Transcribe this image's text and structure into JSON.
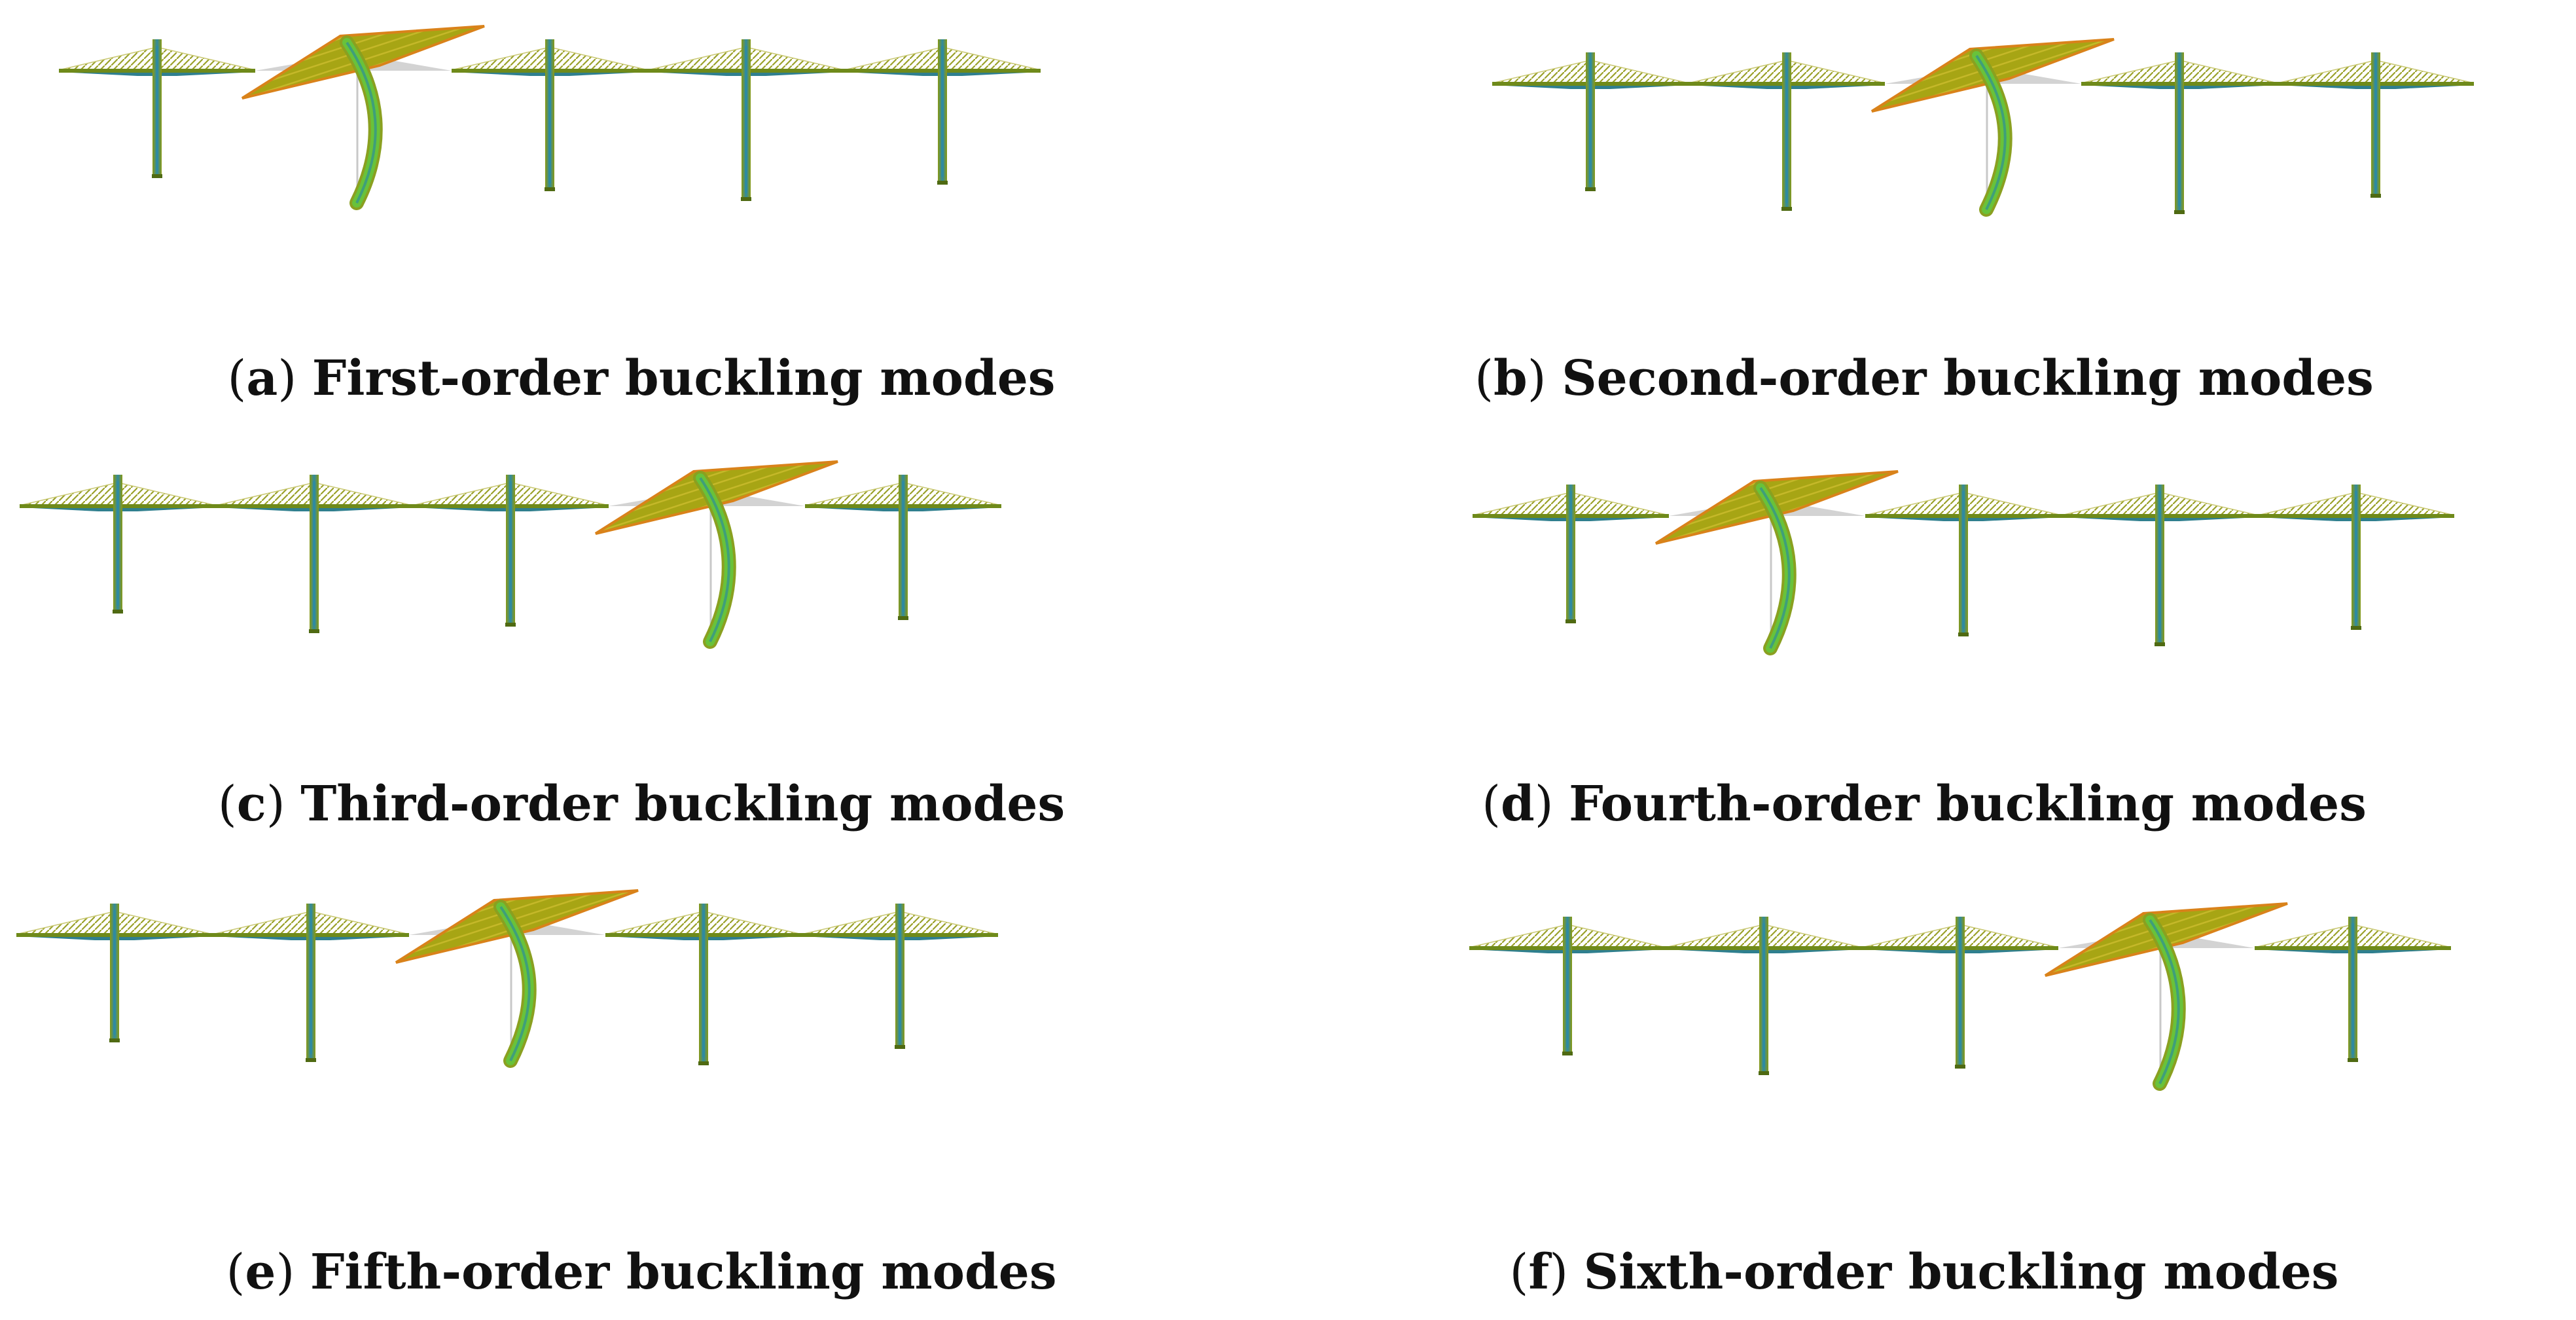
{
  "figure": {
    "colors": {
      "deck": "#6f8a1a",
      "deck_bottom": "#2f7f8e",
      "tower": "#7f8f13",
      "tower_core": "#2f8aa0",
      "cable": "#9aa12a",
      "cable_light": "#c9c873",
      "buckled_sheet": "#a7a514",
      "buckled_edge": "#d9821a",
      "buckled_tower": "#69c23a",
      "ghost": "#c8c8c8"
    },
    "panels": [
      {
        "id": "a",
        "letter": "a",
        "title": "First-order buckling modes",
        "buckled_tower_index": 2,
        "tower_count": 5
      },
      {
        "id": "b",
        "letter": "b",
        "title": "Second-order buckling modes",
        "buckled_tower_index": 3,
        "tower_count": 5
      },
      {
        "id": "c",
        "letter": "c",
        "title": "Third-order buckling modes",
        "buckled_tower_index": 4,
        "tower_count": 5
      },
      {
        "id": "d",
        "letter": "d",
        "title": "Fourth-order buckling modes",
        "buckled_tower_index": 2,
        "tower_count": 5
      },
      {
        "id": "e",
        "letter": "e",
        "title": "Fifth-order buckling modes",
        "buckled_tower_index": 3,
        "tower_count": 5
      },
      {
        "id": "f",
        "letter": "f",
        "title": "Sixth-order buckling modes",
        "buckled_tower_index": 4,
        "tower_count": 5
      }
    ]
  }
}
